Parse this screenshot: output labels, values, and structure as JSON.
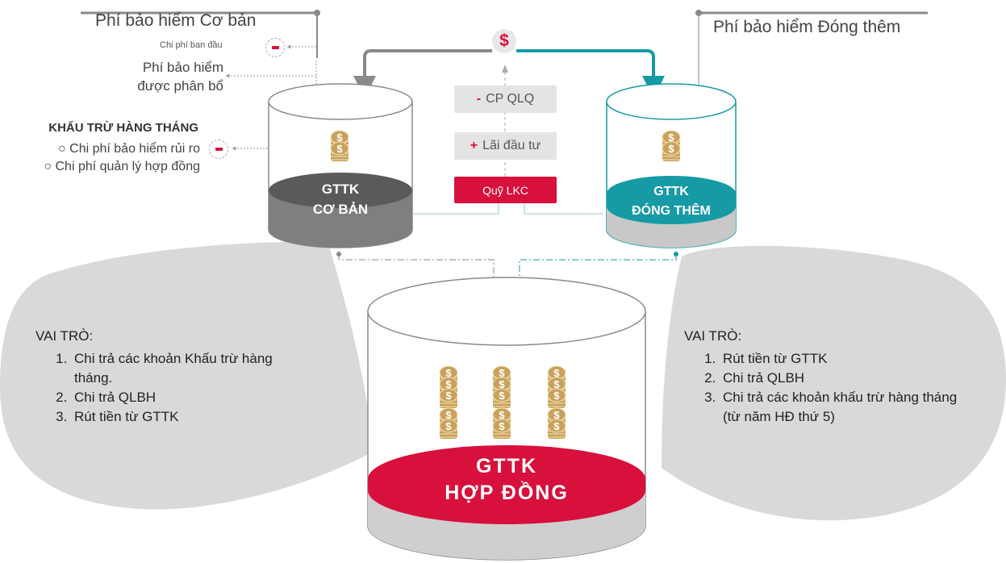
{
  "basic": {
    "title": "Phí bảo hiểm Cơ bản",
    "initial_fee": "Chi phí ban đầu",
    "allocated": "Phí bảo hiểm được phân bổ",
    "monthly_heading": "KHẤU TRỪ HÀNG THÁNG",
    "monthly_items": [
      "Chi phí bảo hiểm rủi ro",
      "Chi phí quản lý hợp đồng"
    ]
  },
  "topup": {
    "title": "Phí bảo hiểm Đóng thêm"
  },
  "center": {
    "currency_symbol": "$",
    "fee_sign": "-",
    "fee_label": "CP QLQ",
    "gain_sign": "+",
    "gain_label": "Lãi đầu tư",
    "fund_label": "Quỹ LKC"
  },
  "cylinders": {
    "basic": [
      "GTTK",
      "CƠ BẢN"
    ],
    "topup": [
      "GTTK",
      "ĐÓNG THÊM"
    ],
    "contract": [
      "GTTK",
      "HỢP ĐỒNG"
    ]
  },
  "roles_left": {
    "heading": "VAI TRÒ:",
    "items": [
      "Chi trả các khoản Khấu trừ hàng tháng.",
      "Chi trả QLBH",
      "Rút tiền từ GTTK"
    ]
  },
  "roles_right": {
    "heading": "VAI TRÒ:",
    "items": [
      "Rút tiền từ GTTK",
      "Chi trả QLBH",
      "Chi trả các khoản khấu trừ hàng tháng (từ năm HĐ thứ 5)"
    ]
  },
  "colors": {
    "red": "#d7103c",
    "teal": "#169aa6",
    "grey": "#8a8a8a",
    "bubble": "#d9d9d9"
  },
  "icons": [
    "coin-stack-icon",
    "minus-icon",
    "dollar-icon",
    "arrow-icon"
  ]
}
